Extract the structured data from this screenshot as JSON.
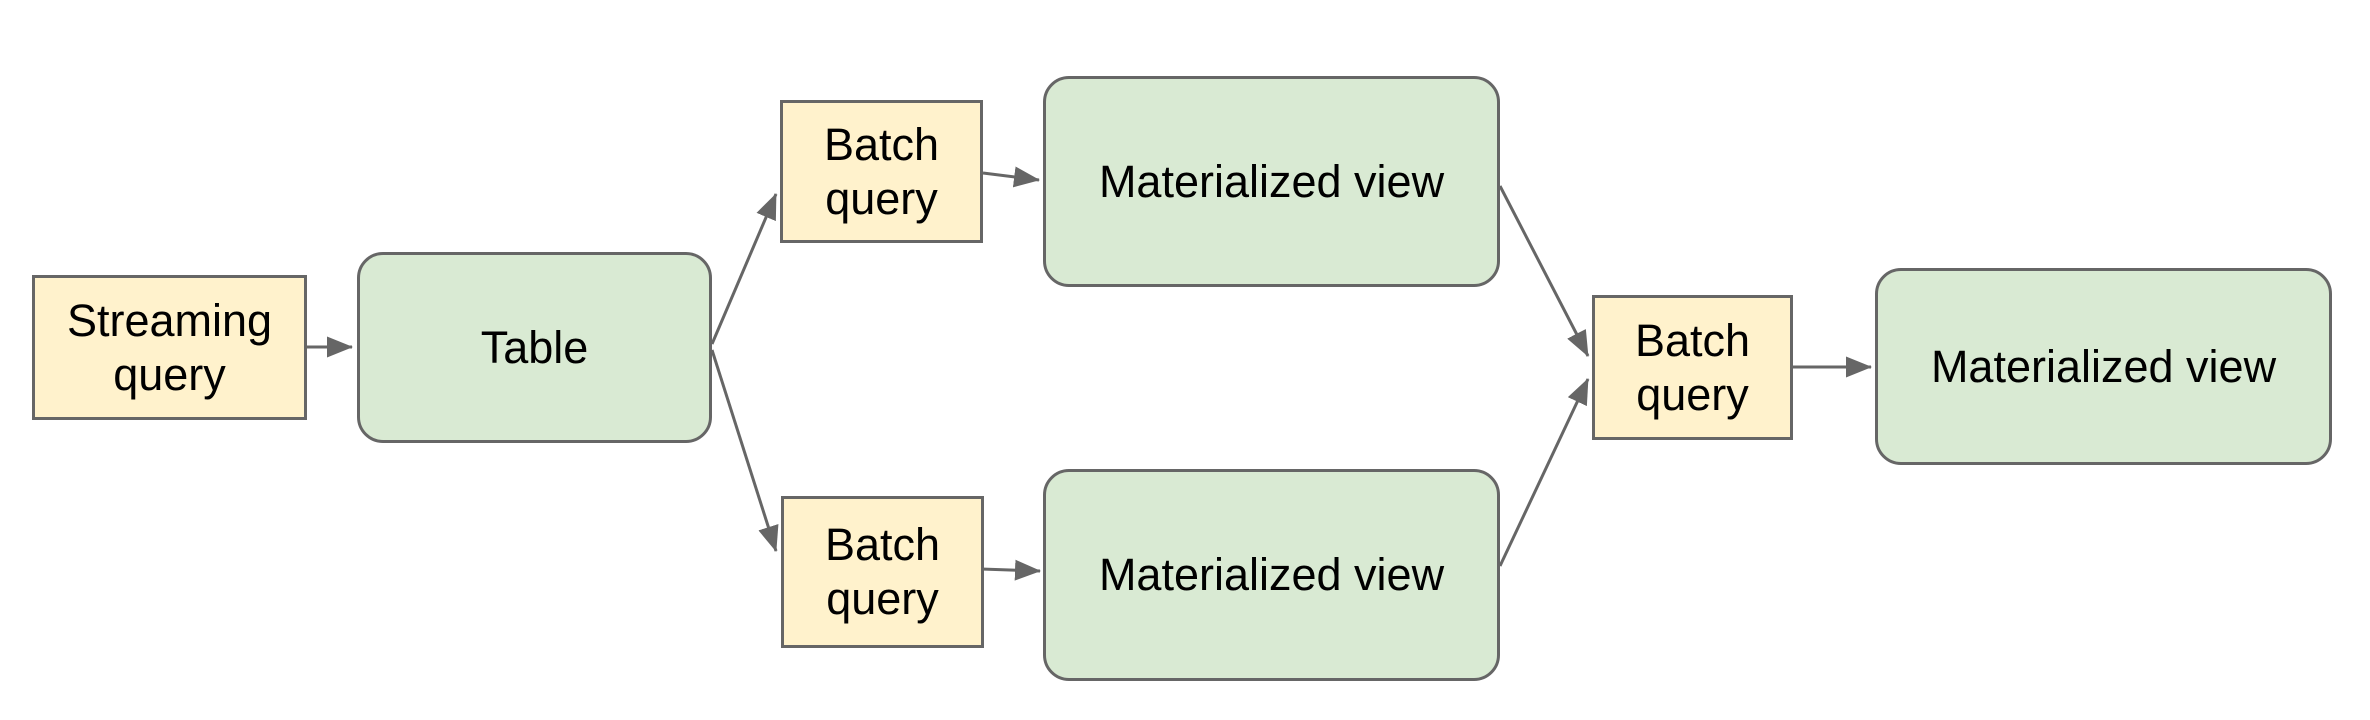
{
  "diagram": {
    "type": "flow-diagram",
    "colors": {
      "background": "#ffffff",
      "query_fill": "#fff2cc",
      "view_fill": "#d9ead3",
      "border": "#666666",
      "connector": "#666666",
      "text": "#000000"
    },
    "nodes": [
      {
        "id": "streaming-query",
        "label": "Streaming query",
        "kind": "query",
        "shape": "rectangle"
      },
      {
        "id": "table",
        "label": "Table",
        "kind": "view",
        "shape": "rounded-rectangle"
      },
      {
        "id": "batch-query-top",
        "label": "Batch query",
        "kind": "query",
        "shape": "rectangle"
      },
      {
        "id": "materialized-view-top",
        "label": "Materialized view",
        "kind": "view",
        "shape": "rounded-rectangle"
      },
      {
        "id": "batch-query-bottom",
        "label": "Batch query",
        "kind": "query",
        "shape": "rectangle"
      },
      {
        "id": "materialized-view-bottom",
        "label": "Materialized view",
        "kind": "view",
        "shape": "rounded-rectangle"
      },
      {
        "id": "batch-query-right",
        "label": "Batch query",
        "kind": "query",
        "shape": "rectangle"
      },
      {
        "id": "materialized-view-right",
        "label": "Materialized view",
        "kind": "view",
        "shape": "rounded-rectangle"
      }
    ],
    "edges": [
      {
        "from": "streaming-query",
        "to": "table"
      },
      {
        "from": "table",
        "to": "batch-query-top"
      },
      {
        "from": "table",
        "to": "batch-query-bottom"
      },
      {
        "from": "batch-query-top",
        "to": "materialized-view-top"
      },
      {
        "from": "batch-query-bottom",
        "to": "materialized-view-bottom"
      },
      {
        "from": "materialized-view-top",
        "to": "batch-query-right"
      },
      {
        "from": "materialized-view-bottom",
        "to": "batch-query-right"
      },
      {
        "from": "batch-query-right",
        "to": "materialized-view-right"
      }
    ]
  }
}
